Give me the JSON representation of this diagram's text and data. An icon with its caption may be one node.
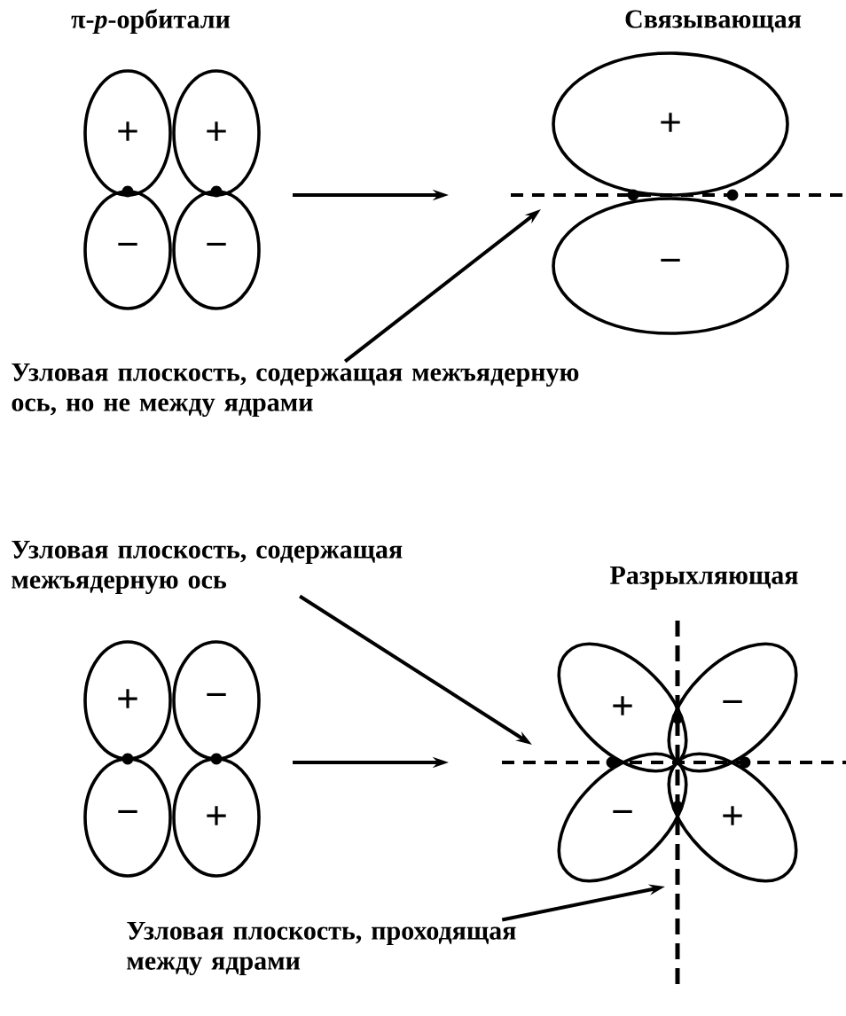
{
  "diagram": {
    "nodes": [
      {
        "text": [
          "+"
        ]
      },
      {
        "text": [
          "+"
        ]
      },
      {
        "text": [
          "−"
        ]
      },
      {
        "text": [
          "−"
        ]
      },
      {
        "text": [
          "+"
        ]
      },
      {
        "text": [
          "−"
        ]
      },
      {
        "text": [
          "Узловая плоскость, содержащая межъядерную ось, но не между ядрами"
        ]
      },
      {
        "text": [
          "Узловая плоскость, содержащая межъядерную ось"
        ]
      },
      {
        "text": [
          "+"
        ]
      },
      {
        "text": [
          "−"
        ]
      },
      {
        "text": [
          "−"
        ]
      },
      {
        "text": [
          "+"
        ]
      },
      {
        "text": [
          "+"
        ]
      },
      {
        "text": [
          "−"
        ]
      },
      {
        "text": [
          "−"
        ]
      },
      {
        "text": [
          "+"
        ]
      },
      {
        "text": [
          "Узловая плоскость, проходящая между ядрами"
        ]
      }
    ],
    "edges": [
      {
        "from": 6,
        "to": null,
        "arrow": "to"
      },
      {
        "from": 7,
        "to": null,
        "arrow": "to"
      },
      {
        "from": 16,
        "to": null,
        "arrow": "to"
      }
    ],
    "labels": [
      "π-*p*-орбитали",
      "Связывающая",
      "Разрыхляющая"
    ]
  }
}
